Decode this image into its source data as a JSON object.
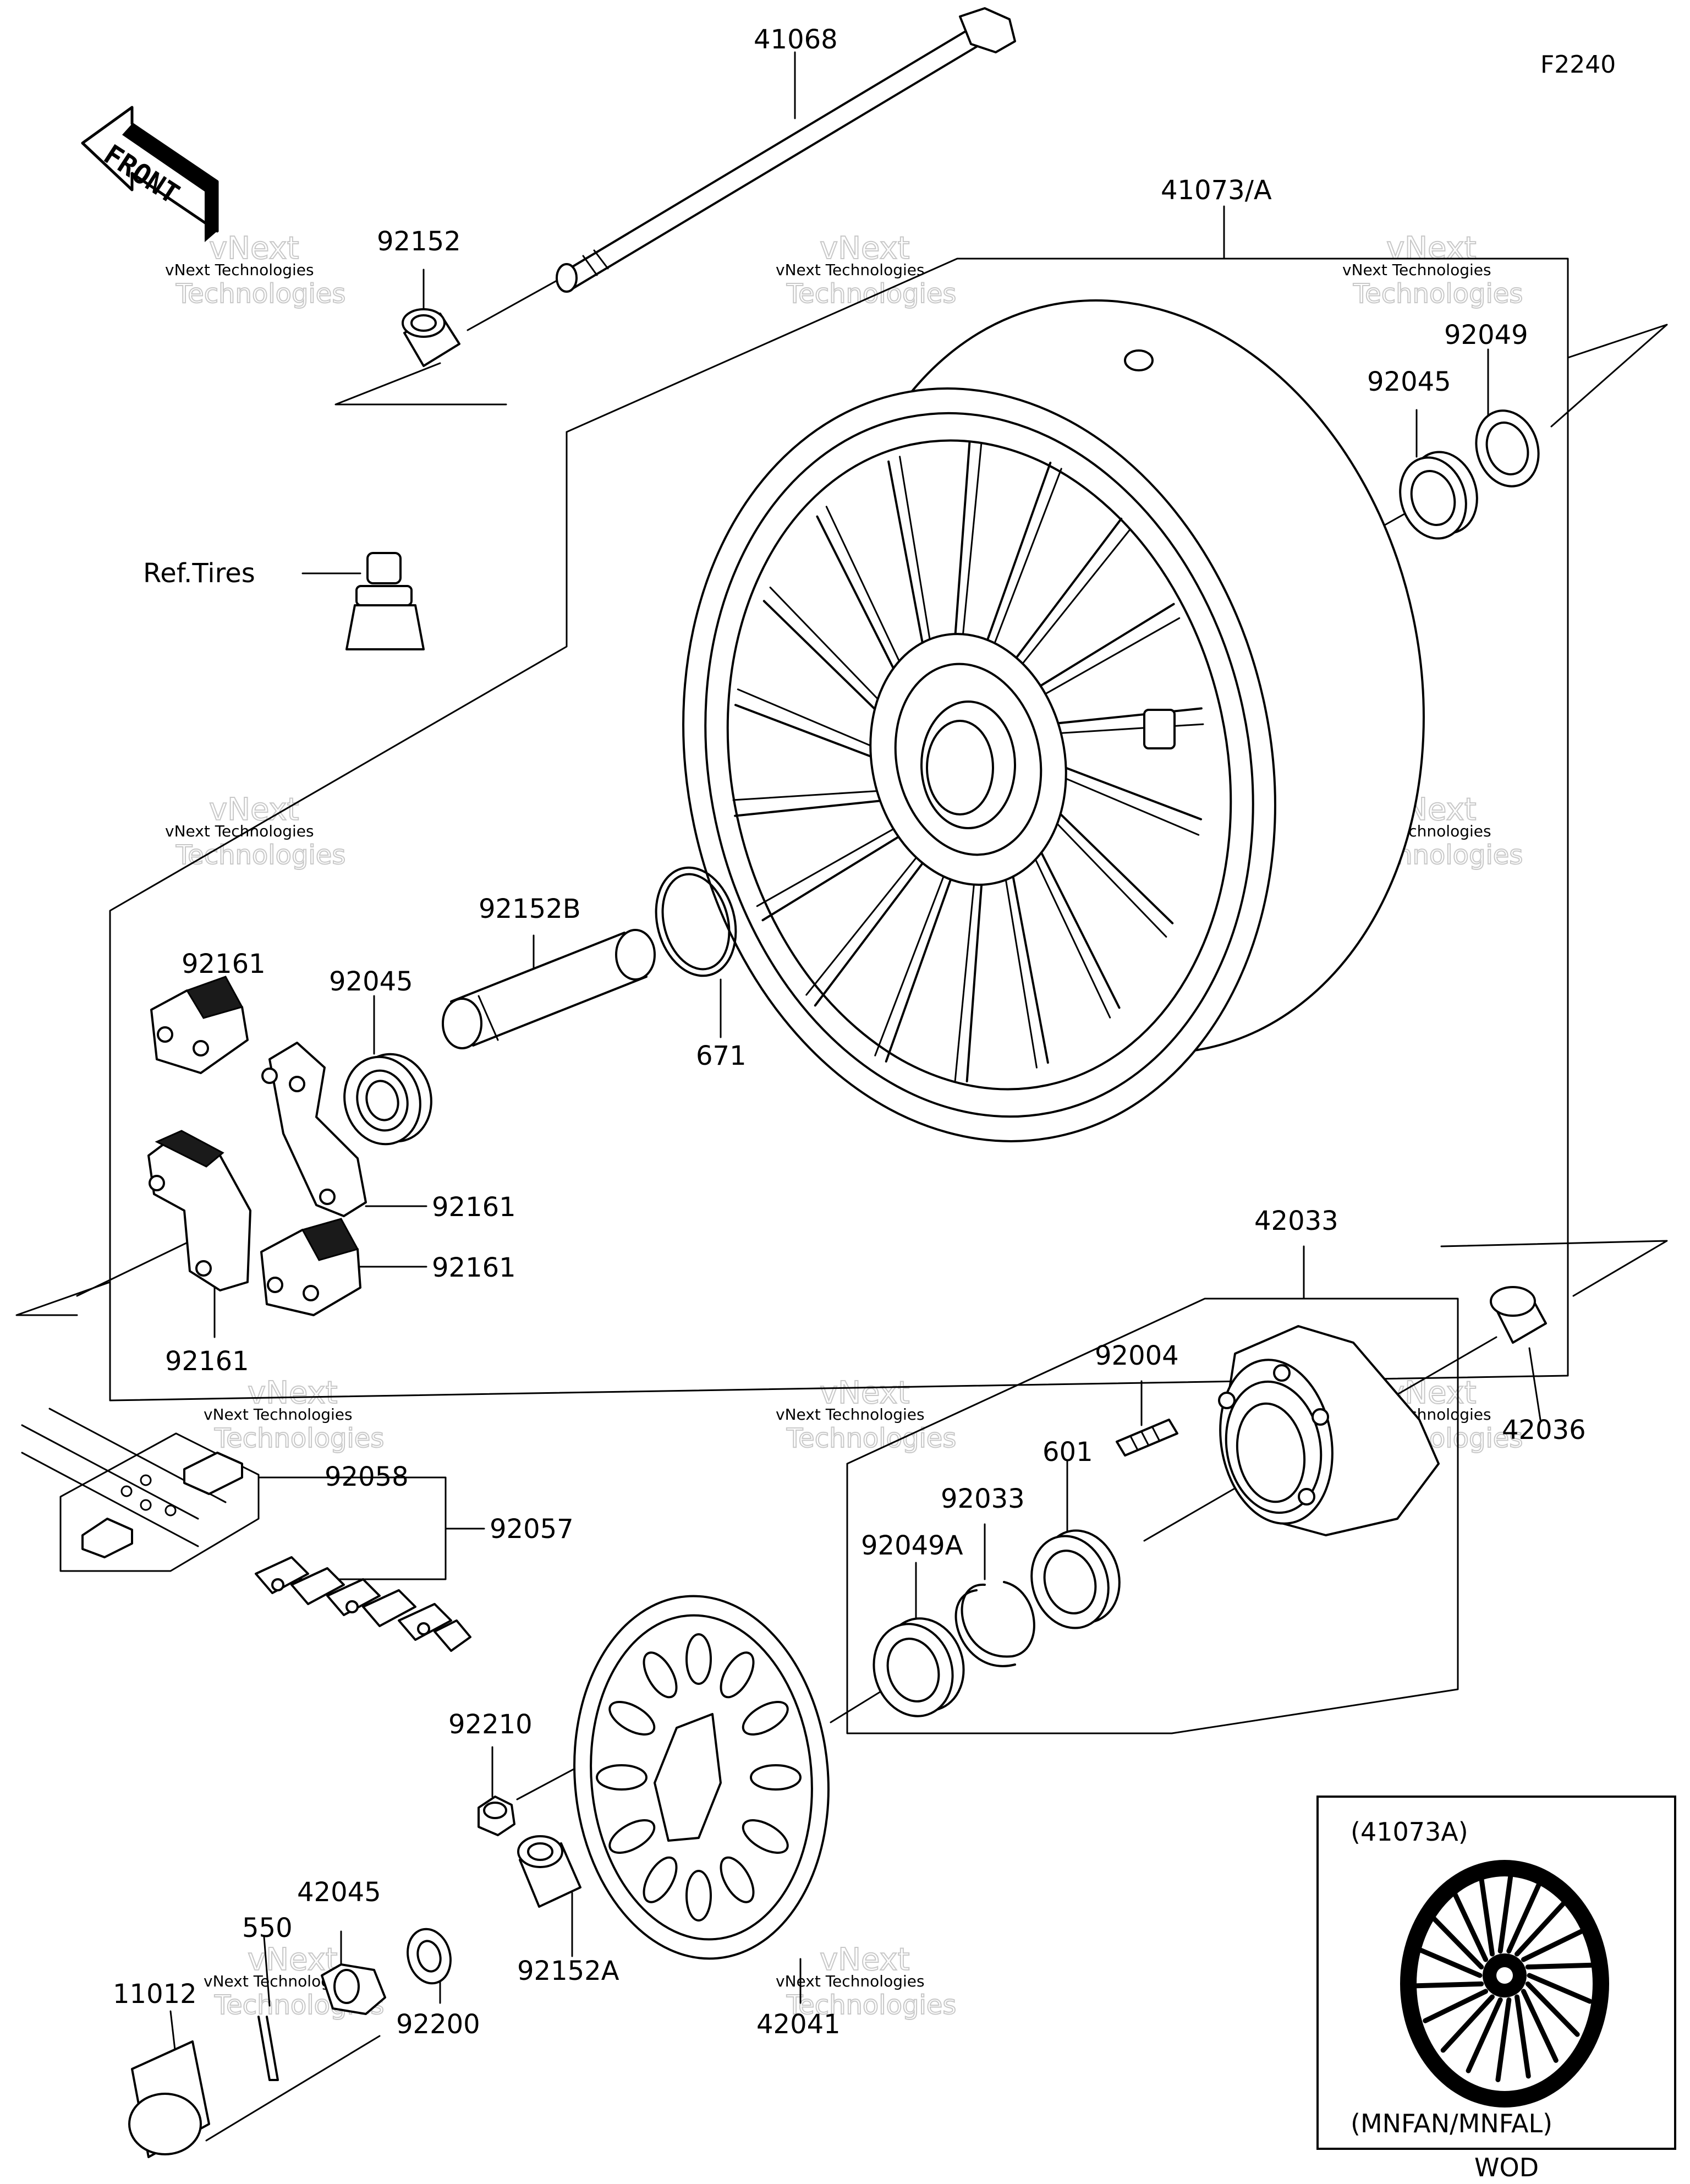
{
  "diagram_code": "F2240",
  "direction_label": "FRONT",
  "reference_label": "Ref.Tires",
  "labels": {
    "p41068": "41068",
    "p41073a": "41073/A",
    "p92152": "92152",
    "p92049": "92049",
    "p92045_top": "92045",
    "p92161_a": "92161",
    "p92161_b": "92161",
    "p92161_c": "92161",
    "p92161_d": "92161",
    "p92045_mid": "92045",
    "p92152b": "92152B",
    "p671": "671",
    "p42033": "42033",
    "p92004": "92004",
    "p42036": "42036",
    "p601": "601",
    "p92033": "92033",
    "p92049a": "92049A",
    "p92058": "92058",
    "p92057": "92057",
    "p92210": "92210",
    "p42045": "42045",
    "p550": "550",
    "p11012": "11012",
    "p92200": "92200",
    "p92152a": "92152A",
    "p42041": "42041"
  },
  "inset": {
    "title": "(41073A)",
    "variant": "(MNFAN/MNFAL)",
    "footer": "WOD"
  },
  "watermark": {
    "brand": "vNext",
    "caption": "vNext Technologies",
    "word": "Technologies"
  }
}
